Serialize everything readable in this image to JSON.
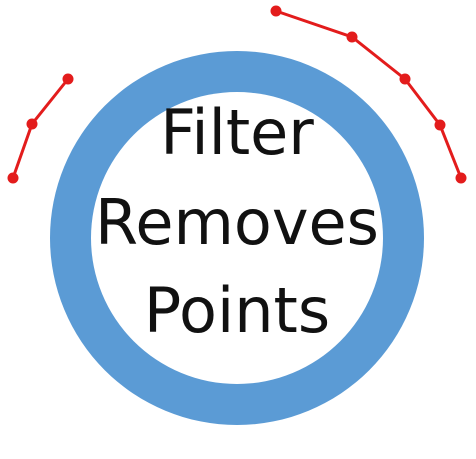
{
  "label": {
    "line1": "Filter",
    "line2": "Removes",
    "line3": "Points"
  },
  "colors": {
    "ring": "#5b9bd5",
    "ring_inner": "#ffffff",
    "points": "#e31c1c",
    "text": "#111111"
  }
}
